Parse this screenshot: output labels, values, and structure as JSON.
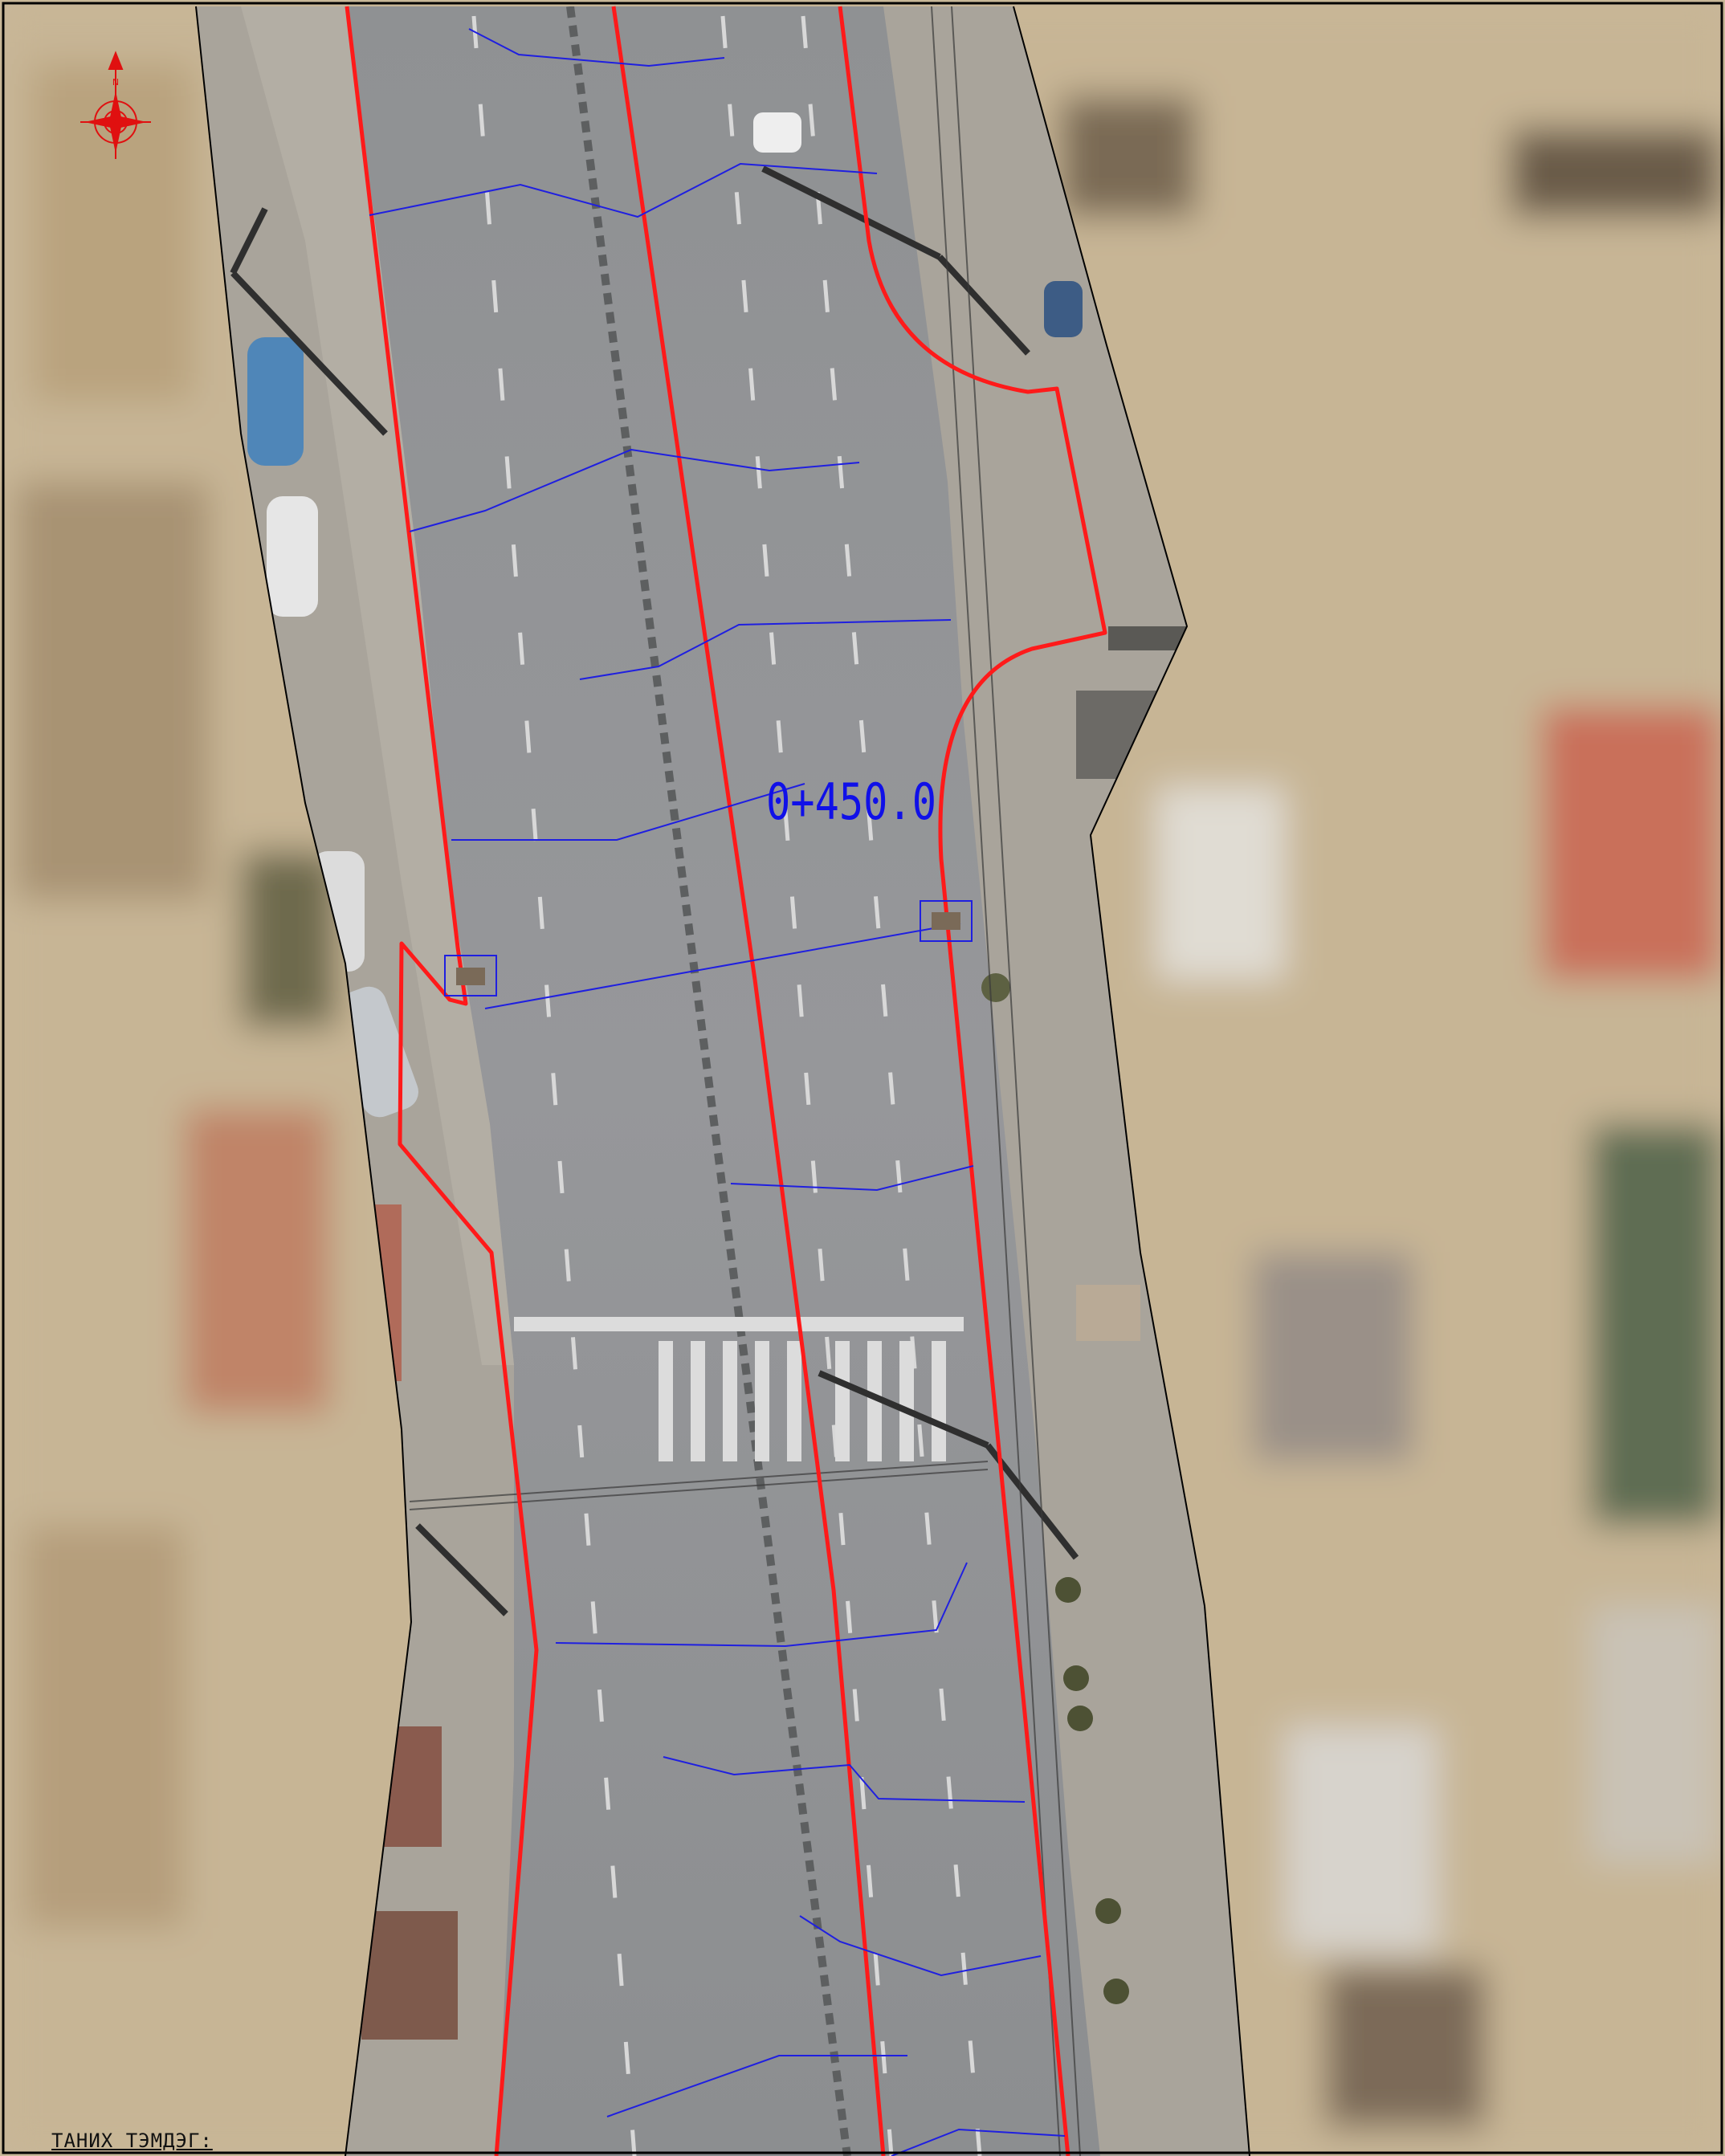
{
  "map": {
    "station_label": "0+450.0",
    "legend_title": "ТАНИХ ТЭМДЭГ:",
    "north_label": "N",
    "colors": {
      "design_boundary": "#ff1a1a",
      "cross_section_lines": "#1f1fe0",
      "station_text": "#1010e8",
      "frame": "#000000",
      "north_arrow": "#e01010"
    },
    "icons": [
      "north-arrow-icon",
      "compass-rose-icon"
    ]
  }
}
